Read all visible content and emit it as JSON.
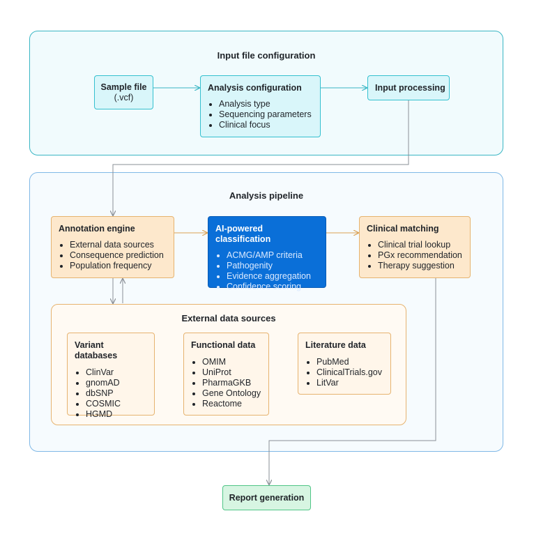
{
  "colors": {
    "cyan_border": "#34c0cf",
    "orange_border": "#e6b36f",
    "blue_fill": "#0a6fd8",
    "green_border": "#4fc586",
    "arrow_gray": "#8a8f96"
  },
  "groups": {
    "input": {
      "title": "Input file configuration"
    },
    "pipeline": {
      "title": "Analysis pipeline"
    },
    "external": {
      "title": "External data sources"
    }
  },
  "nodes": {
    "sample_file": {
      "title": "Sample file",
      "subtitle": "(.vcf)"
    },
    "analysis_config": {
      "title": "Analysis configuration",
      "items": [
        "Analysis type",
        "Sequencing parameters",
        "Clinical focus"
      ]
    },
    "input_processing": {
      "title": "Input processing"
    },
    "annotation_engine": {
      "title": "Annotation engine",
      "items": [
        "External data sources",
        "Consequence prediction",
        "Population frequency"
      ]
    },
    "ai_classification": {
      "title": "AI-powered classification",
      "items": [
        "ACMG/AMP criteria",
        "Pathogenity",
        "Evidence aggregation",
        "Confidence scoring"
      ]
    },
    "clinical_matching": {
      "title": "Clinical matching",
      "items": [
        "Clinical trial lookup",
        "PGx recommendation",
        "Therapy suggestion"
      ]
    },
    "variant_databases": {
      "title": "Variant databases",
      "items": [
        "ClinVar",
        "gnomAD",
        "dbSNP",
        "COSMIC",
        "HGMD"
      ]
    },
    "functional_data": {
      "title": "Functional data",
      "items": [
        "OMIM",
        "UniProt",
        "PharmaGKB",
        "Gene Ontology",
        "Reactome"
      ]
    },
    "literature_data": {
      "title": "Literature data",
      "items": [
        "PubMed",
        "ClinicalTrials.gov",
        "LitVar"
      ]
    },
    "report_generation": {
      "title": "Report generation"
    }
  }
}
